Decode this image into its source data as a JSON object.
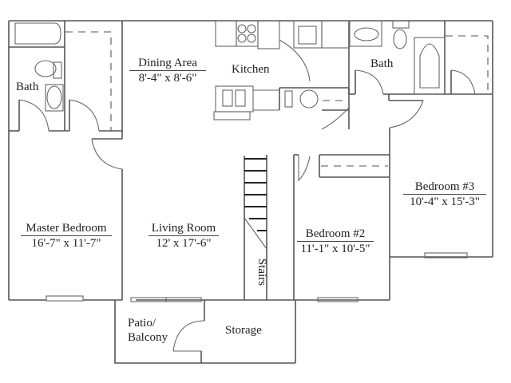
{
  "floor_plan": {
    "rooms": [
      {
        "id": "bath_master",
        "name": "Bath",
        "dimensions": ""
      },
      {
        "id": "dining",
        "name": "Dining Area",
        "dimensions": "8'-4\" x 8'-6\""
      },
      {
        "id": "kitchen",
        "name": "Kitchen",
        "dimensions": ""
      },
      {
        "id": "bath_hall",
        "name": "Bath",
        "dimensions": ""
      },
      {
        "id": "bedroom3",
        "name": "Bedroom #3",
        "dimensions": "10'-4\" x 15'-3\""
      },
      {
        "id": "master_bedroom",
        "name": "Master Bedroom",
        "dimensions": "16'-7\" x 11'-7\""
      },
      {
        "id": "living_room",
        "name": "Living Room",
        "dimensions": "12' x 17'-6\""
      },
      {
        "id": "bedroom2",
        "name": "Bedroom #2",
        "dimensions": "11'-1\" x 10'-5\""
      },
      {
        "id": "stairs",
        "name": "Stairs",
        "dimensions": ""
      },
      {
        "id": "patio",
        "name": "Patio/ Balcony",
        "line1": "Patio/",
        "line2": "Balcony",
        "dimensions": ""
      },
      {
        "id": "storage",
        "name": "Storage",
        "dimensions": ""
      }
    ]
  }
}
